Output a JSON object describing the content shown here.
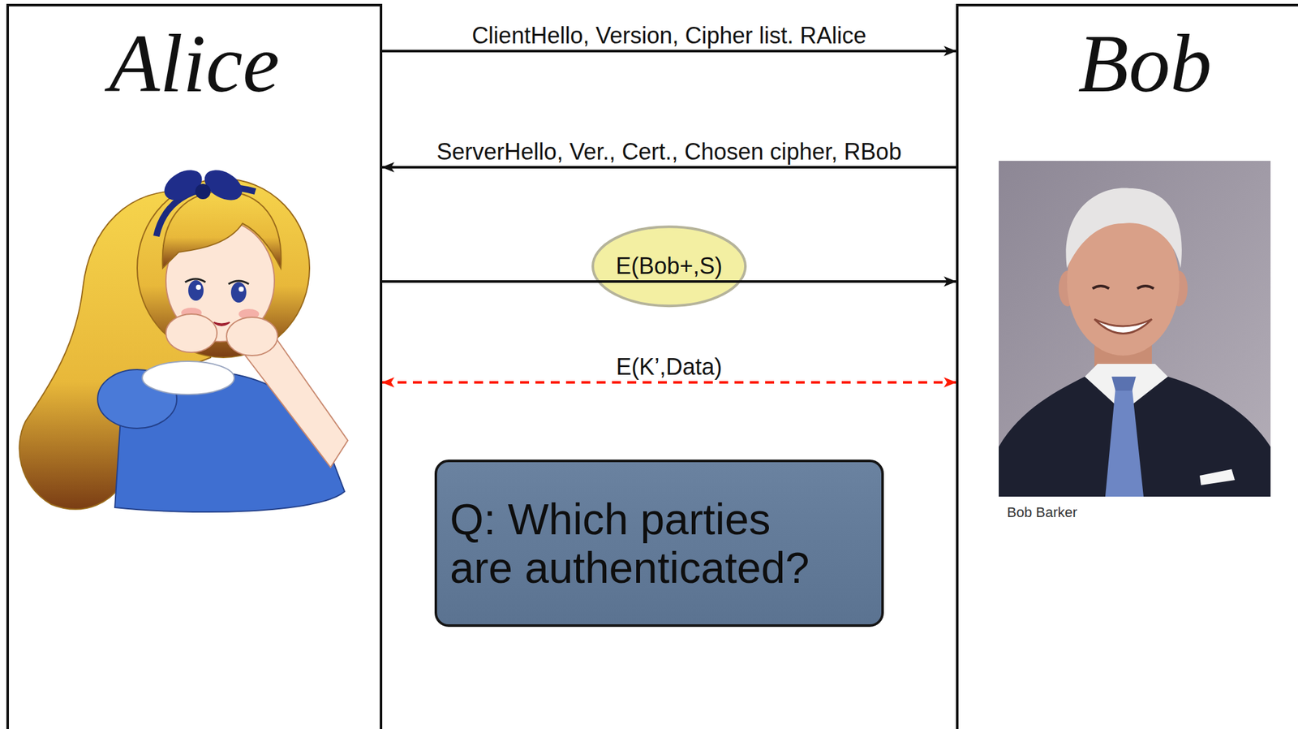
{
  "diagram": {
    "nodes": [
      {
        "text": [
          "Alice"
        ]
      },
      {
        "text": [
          "Bob"
        ]
      },
      {
        "text": [
          "Q: Which parties are authenticated?"
        ]
      }
    ],
    "edges": [
      {
        "from": 0,
        "to": 1,
        "arrow": "to",
        "label": "ClientHello, Version, Cipher list. RAlice"
      },
      {
        "from": 1,
        "to": 0,
        "arrow": "to",
        "label": "ServerHello, Ver., Cert., Chosen cipher, RBob"
      },
      {
        "from": 0,
        "to": 1,
        "arrow": "to",
        "label": "E(Bob+,S)"
      },
      {
        "from": 0,
        "to": 1,
        "arrow": "both",
        "label": "E(K’,Data)"
      }
    ],
    "labels": [
      "Bob Barker"
    ]
  }
}
